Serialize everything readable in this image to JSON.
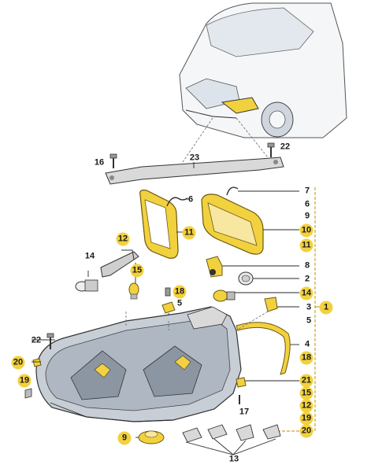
{
  "colors": {
    "badge_fill": "#f2d13e",
    "part_fill": "#d9d9d9",
    "part_dark": "#8c96a3",
    "bracket_line": "#c9a826",
    "text": "#1a1a1a"
  },
  "labels": {
    "n1": "1",
    "n2": "2",
    "n3": "3",
    "n4": "4",
    "n5": "5",
    "n6": "6",
    "n7": "7",
    "n8": "8",
    "n9": "9",
    "n10": "10",
    "n11": "11",
    "n12": "12",
    "n13": "13",
    "n14": "14",
    "n15": "15",
    "n16": "16",
    "n17": "17",
    "n18": "18",
    "n19": "19",
    "n20": "20",
    "n21": "21",
    "n22": "22",
    "n23": "23"
  },
  "right_column": [
    "7",
    "6",
    "9",
    "10",
    "11",
    "8",
    "2",
    "14",
    "3",
    "5",
    "4",
    "18",
    "21",
    "15",
    "12",
    "19",
    "20"
  ]
}
